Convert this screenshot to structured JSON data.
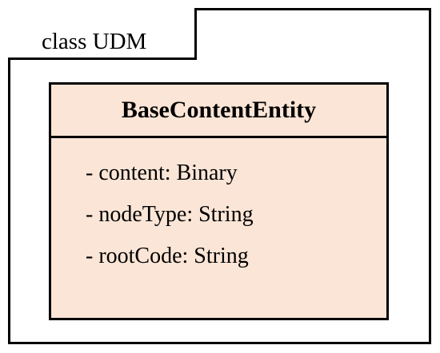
{
  "diagram": {
    "frame_label": "class UDM",
    "class": {
      "name": "BaseContentEntity",
      "attributes": [
        "- content: Binary",
        "- nodeType: String",
        "- rootCode: String"
      ]
    }
  },
  "colors": {
    "class_fill": "#fbe5d6",
    "stroke": "#000000",
    "background": "#ffffff"
  }
}
